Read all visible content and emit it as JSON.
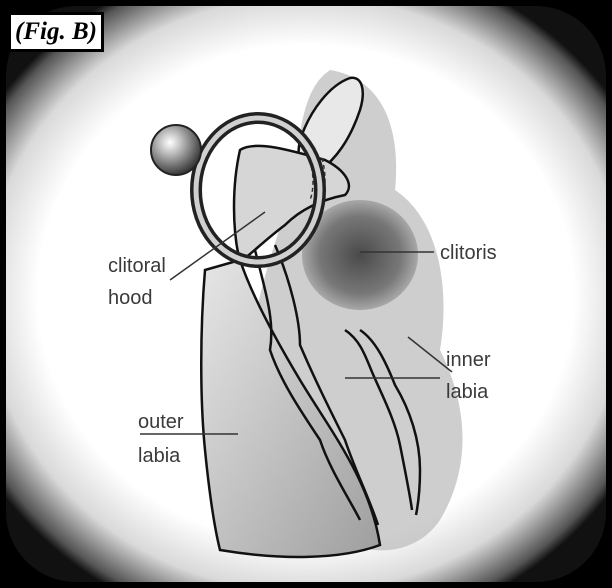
{
  "figure_tag": "(Fig. B)",
  "labels": {
    "clitoral_hood_line1": "clitoral",
    "clitoral_hood_line2": "hood",
    "clitoris": "clitoris",
    "inner_labia_line1": "inner",
    "inner_labia_line2": "labia",
    "outer_labia_line1": "outer",
    "outer_labia_line2": "labia"
  }
}
